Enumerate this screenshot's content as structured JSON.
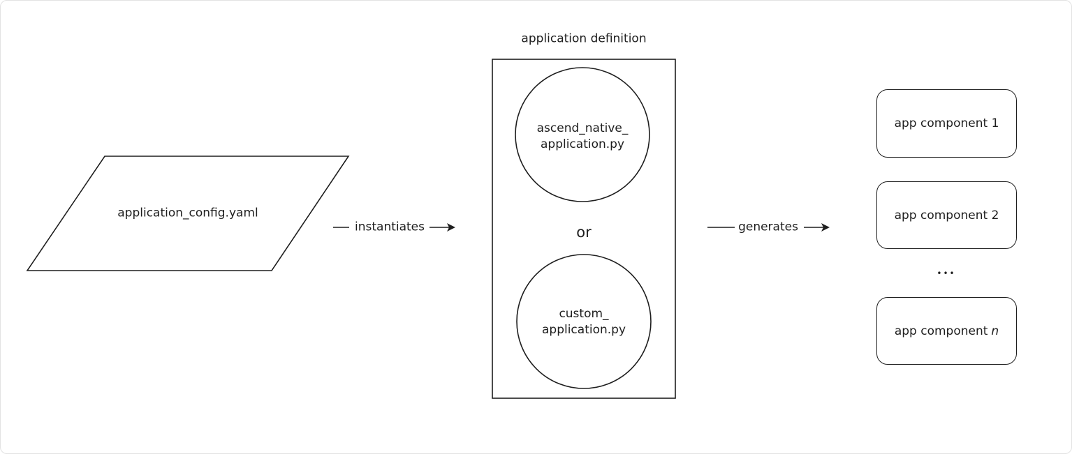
{
  "input_node": {
    "label": "application_config.yaml"
  },
  "edge_instantiates": {
    "label": "instantiates"
  },
  "application_definition": {
    "title": "application definition",
    "option_1": {
      "line1": "ascend_native_",
      "line2": "application.py"
    },
    "separator": "or",
    "option_2": {
      "line1": "custom_",
      "line2": "application.py"
    }
  },
  "edge_generates": {
    "label": "generates"
  },
  "components": [
    {
      "text": "app component 1",
      "suffix": ""
    },
    {
      "text": "app component 2",
      "suffix": ""
    },
    {
      "text": "app component",
      "suffix": "n"
    }
  ],
  "ellipsis": "•••"
}
